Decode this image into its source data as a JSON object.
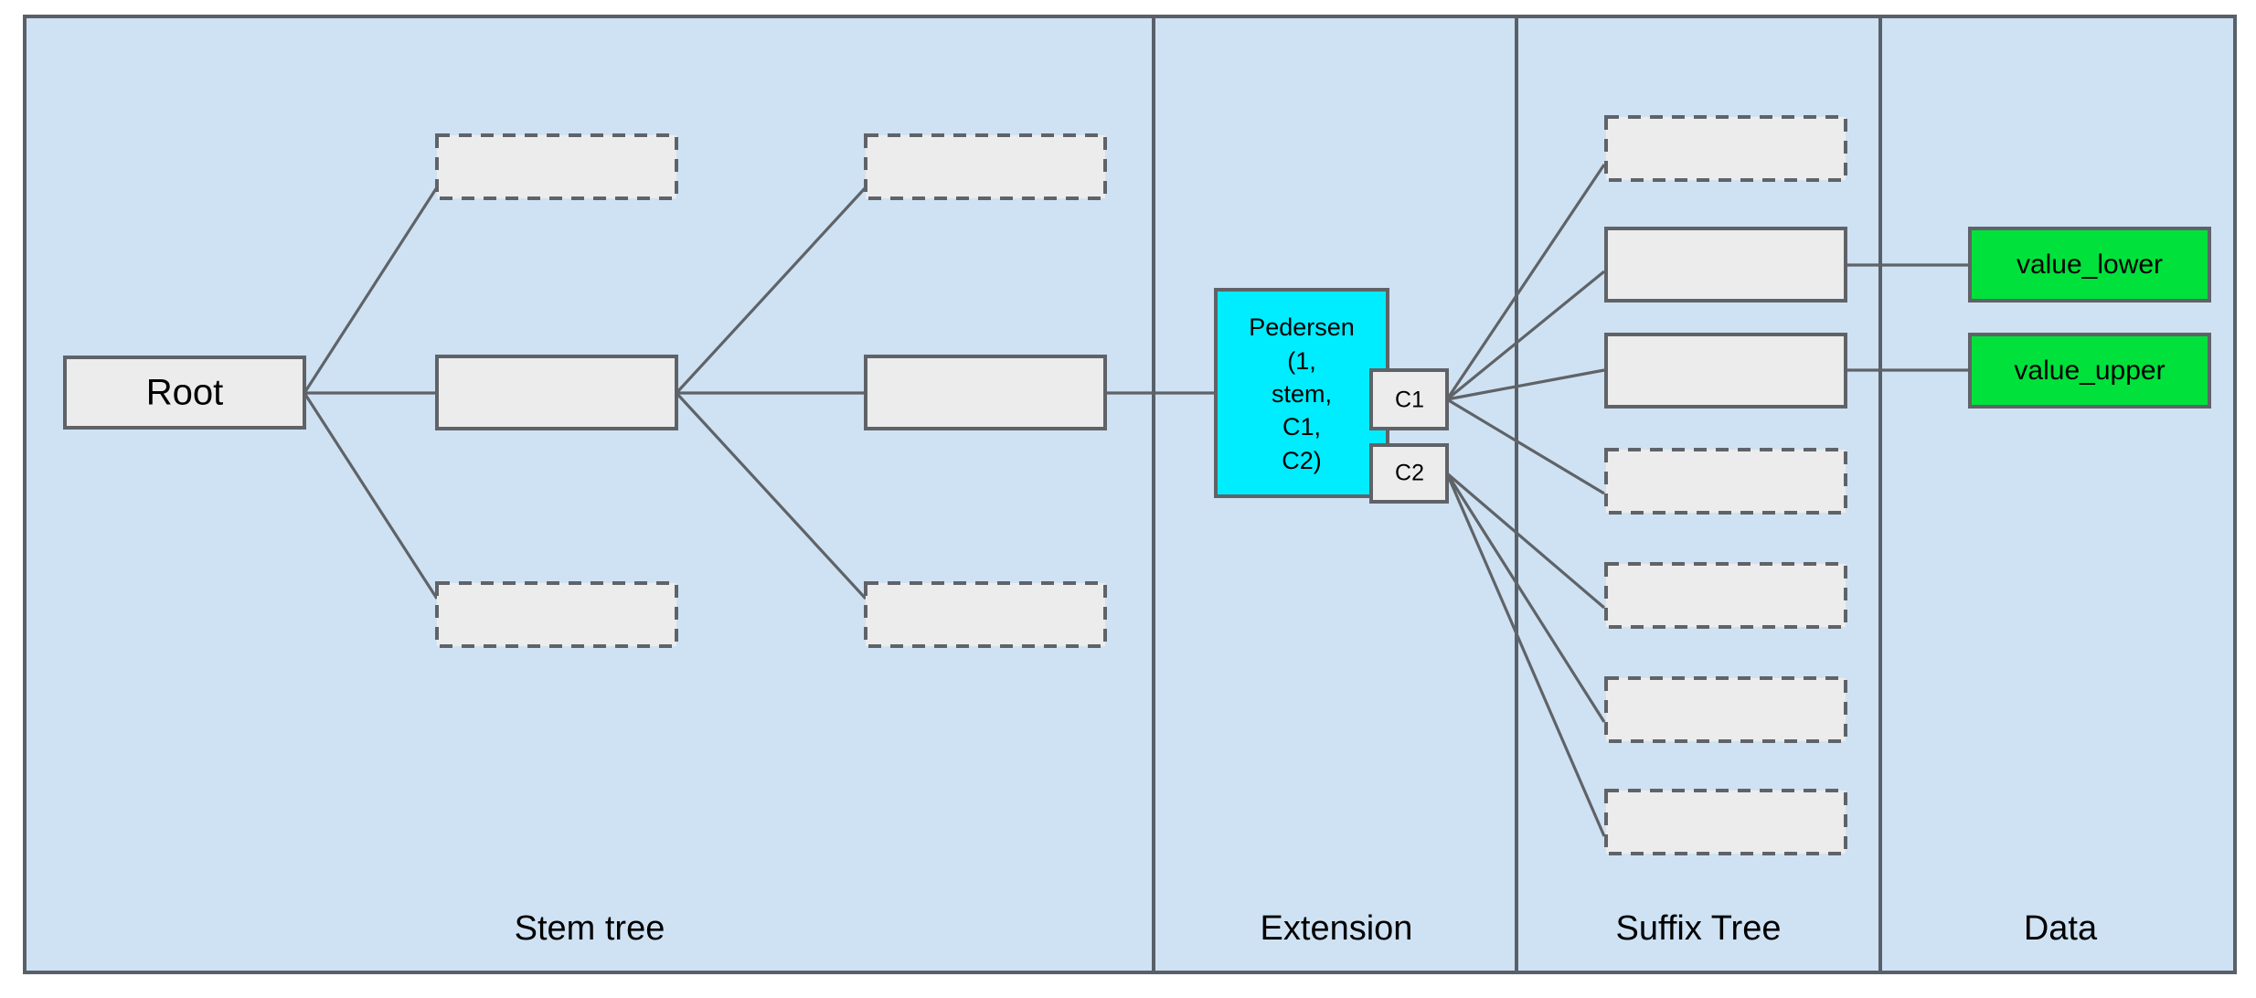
{
  "diagram": {
    "title": "Stem tree / Extension / Suffix Tree / Data structure diagram",
    "colors": {
      "lane_background": "#cfe2f3",
      "lane_border": "#596069",
      "node_fill": "#ececec",
      "node_border": "#5f6368",
      "extension_fill": "#00ecff",
      "data_fill": "#00e13c",
      "edge": "#5f6368"
    }
  },
  "lanes": [
    {
      "id": "stem-tree",
      "label": "Stem tree"
    },
    {
      "id": "extension",
      "label": "Extension"
    },
    {
      "id": "suffix-tree",
      "label": "Suffix Tree"
    },
    {
      "id": "data",
      "label": "Data"
    }
  ],
  "stem_tree": {
    "root": {
      "label": "Root"
    },
    "level1": [
      {
        "id": "s1-top",
        "label": "",
        "style": "dashed"
      },
      {
        "id": "s1-mid",
        "label": "",
        "style": "solid"
      },
      {
        "id": "s1-bot",
        "label": "",
        "style": "dashed"
      }
    ],
    "level2": [
      {
        "id": "s2-top",
        "label": "",
        "style": "dashed"
      },
      {
        "id": "s2-mid",
        "label": "",
        "style": "solid"
      },
      {
        "id": "s2-bot",
        "label": "",
        "style": "dashed"
      }
    ]
  },
  "extension": {
    "commitment": {
      "id": "pedersen",
      "lines": [
        "Pedersen",
        "(1,",
        "stem,",
        "C1,",
        "C2)"
      ]
    },
    "children": [
      {
        "id": "c1",
        "label": "C1"
      },
      {
        "id": "c2",
        "label": "C2"
      }
    ]
  },
  "suffix_tree": {
    "nodes": [
      {
        "id": "sfx-1",
        "label": "",
        "style": "dashed",
        "parent": "c1"
      },
      {
        "id": "sfx-2",
        "label": "",
        "style": "solid",
        "parent": "c1"
      },
      {
        "id": "sfx-3",
        "label": "",
        "style": "solid",
        "parent": "c1"
      },
      {
        "id": "sfx-4",
        "label": "",
        "style": "dashed",
        "parent": "c1"
      },
      {
        "id": "sfx-5",
        "label": "",
        "style": "dashed",
        "parent": "c2"
      },
      {
        "id": "sfx-6",
        "label": "",
        "style": "dashed",
        "parent": "c2"
      },
      {
        "id": "sfx-7",
        "label": "",
        "style": "dashed",
        "parent": "c2"
      }
    ]
  },
  "data": {
    "nodes": [
      {
        "id": "value-lower",
        "label": "value_lower",
        "source": "sfx-2"
      },
      {
        "id": "value-upper",
        "label": "value_upper",
        "source": "sfx-3"
      }
    ]
  }
}
